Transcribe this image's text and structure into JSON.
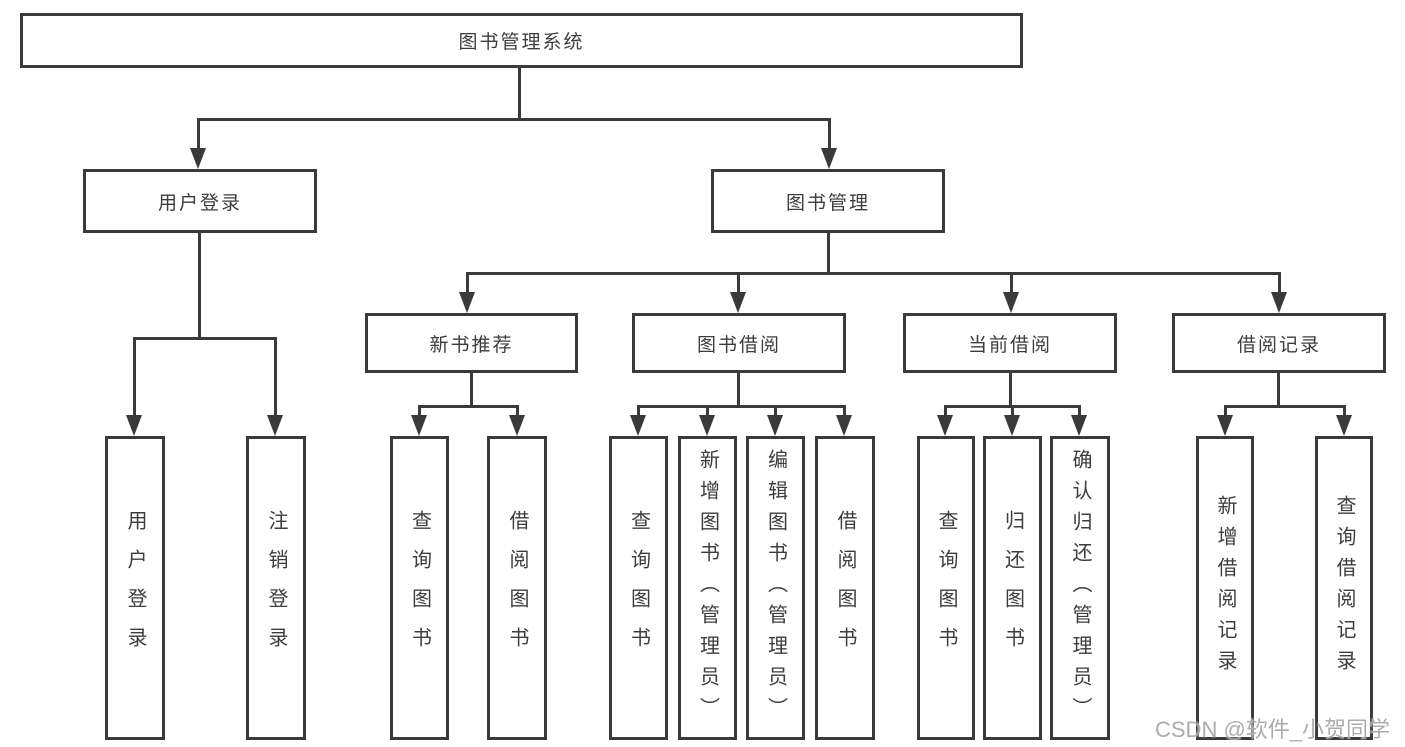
{
  "diagram": {
    "type": "tree",
    "title": "图书管理系统",
    "root": "图书管理系统",
    "level2": [
      "用户登录",
      "图书管理"
    ],
    "level3": [
      "新书推荐",
      "图书借阅",
      "当前借阅",
      "借阅记录"
    ],
    "leaves": {
      "user_login": [
        "用户登录",
        "注销登录"
      ],
      "new_book": [
        "查询图书",
        "借阅图书"
      ],
      "book_borrow": [
        "查询图书",
        "新增图书（管理员）",
        "编辑图书（管理员）",
        "借阅图书"
      ],
      "current_borrow": [
        "查询图书",
        "归还图书",
        "确认归还（管理员）"
      ],
      "borrow_records": [
        "新增借阅记录",
        "查询借阅记录"
      ]
    },
    "hierarchy": [
      {
        "parent": "图书管理系统",
        "children": [
          "用户登录",
          "图书管理"
        ]
      },
      {
        "parent": "用户登录",
        "children": [
          "用户登录",
          "注销登录"
        ]
      },
      {
        "parent": "图书管理",
        "children": [
          "新书推荐",
          "图书借阅",
          "当前借阅",
          "借阅记录"
        ]
      },
      {
        "parent": "新书推荐",
        "children": [
          "查询图书",
          "借阅图书"
        ]
      },
      {
        "parent": "图书借阅",
        "children": [
          "查询图书",
          "新增图书（管理员）",
          "编辑图书（管理员）",
          "借阅图书"
        ]
      },
      {
        "parent": "当前借阅",
        "children": [
          "查询图书",
          "归还图书",
          "确认归还（管理员）"
        ]
      },
      {
        "parent": "借阅记录",
        "children": [
          "新增借阅记录",
          "查询借阅记录"
        ]
      }
    ],
    "colors": {
      "line": "#3a3a3a",
      "text": "#3d3d3d",
      "background": "#ffffff",
      "watermark": "#a0a0a0"
    }
  },
  "watermark": "CSDN @软件_小贺同学"
}
